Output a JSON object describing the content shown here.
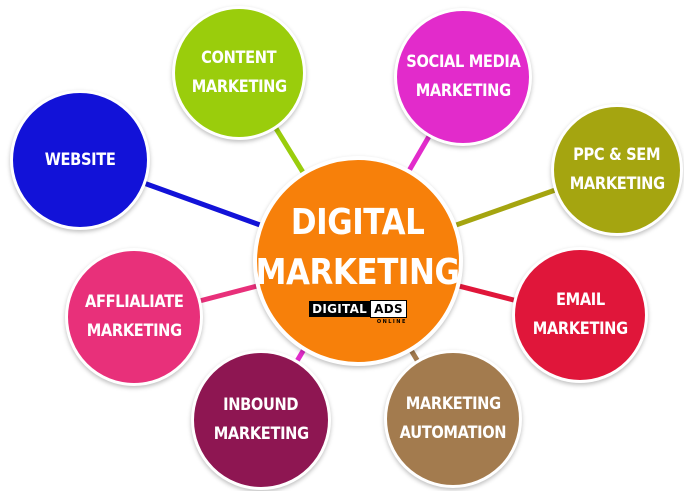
{
  "center": {
    "lines": [
      "DIGITAL",
      "MARKETING"
    ],
    "color": "#F7800A",
    "logo": {
      "part1": "DIGITAL",
      "part2": "ADS",
      "sub": "ONLINE"
    }
  },
  "nodes": [
    {
      "id": "content-marketing",
      "lines": [
        "CONTENT",
        "MARKETING"
      ],
      "color": "#9ACD0C",
      "link_color": "#9ACD0C"
    },
    {
      "id": "social-media-marketing",
      "lines": [
        "SOCIAL MEDIA",
        "MARKETING"
      ],
      "color": "#E22BCB",
      "link_color": "#E22BCB"
    },
    {
      "id": "ppc-sem-marketing",
      "lines": [
        "PPC & SEM",
        "MARKETING"
      ],
      "color": "#A5A510",
      "link_color": "#A5A510"
    },
    {
      "id": "email-marketing",
      "lines": [
        "EMAIL",
        "MARKETING"
      ],
      "color": "#E0163A",
      "link_color": "#E0163A"
    },
    {
      "id": "marketing-automation",
      "lines": [
        "MARKETING",
        "AUTOMATION"
      ],
      "color": "#A37B4E",
      "link_color": "#A37B4E"
    },
    {
      "id": "inbound-marketing",
      "lines": [
        "INBOUND",
        "MARKETING"
      ],
      "color": "#8E1652",
      "link_color": "#E22BCB"
    },
    {
      "id": "affiliate-marketing",
      "lines": [
        "AFFLIALIATE",
        "MARKETING"
      ],
      "color": "#E8307A",
      "link_color": "#E8307A"
    },
    {
      "id": "website",
      "lines": [
        "WEBSITE"
      ],
      "color": "#1212D8",
      "link_color": "#1212D8"
    }
  ]
}
